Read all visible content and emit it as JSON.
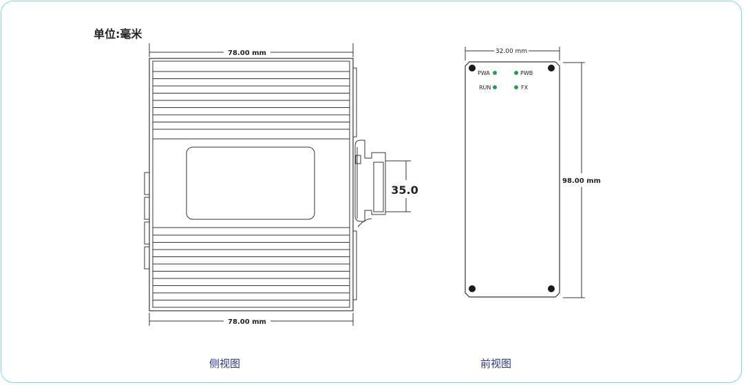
{
  "unit_label": "单位:毫米",
  "side_view": {
    "caption": "侧视图",
    "width_top_label": "78.00 mm",
    "width_bottom_label": "78.00 mm",
    "rail_label": "35.0"
  },
  "front_view": {
    "caption": "前视图",
    "width_label": "32.00 mm",
    "height_label": "98.00 mm",
    "leds": [
      {
        "label": "PWA",
        "color": "#1aa54a"
      },
      {
        "label": "PWB",
        "color": "#1aa54a"
      },
      {
        "label": "RUN",
        "color": "#1aa54a"
      },
      {
        "label": "FX",
        "color": "#1aa54a"
      }
    ]
  },
  "colors": {
    "frame_border": "#7fd2ea",
    "line": "#333333",
    "caption": "#2b3a8c"
  }
}
